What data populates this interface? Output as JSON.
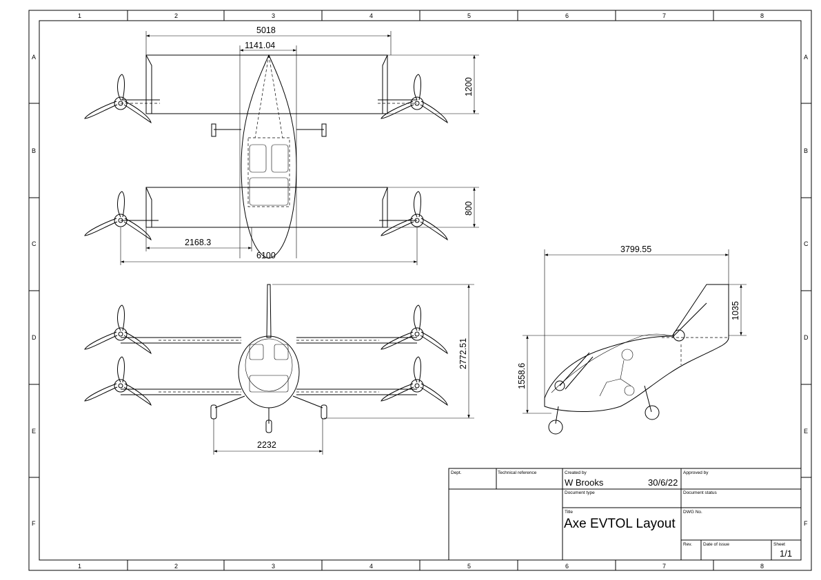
{
  "drawing": {
    "zones": {
      "columns": [
        "1",
        "2",
        "3",
        "4",
        "5",
        "6",
        "7",
        "8"
      ],
      "rows": [
        "A",
        "B",
        "C",
        "D",
        "E",
        "F"
      ]
    },
    "top_view_dimensions": {
      "overall_wing_span": "5018",
      "fuselage_width": "1141.04",
      "front_wing_chord": "1200",
      "rear_wing_chord": "800",
      "rear_boom_offset": "2168.3",
      "rotor_span": "6100"
    },
    "front_view_dimensions": {
      "overall_height": "2772.51",
      "track_width": "2232"
    },
    "side_view_dimensions": {
      "overall_length": "3799.55",
      "tail_height": "1035",
      "fuselage_height": "1558.6"
    }
  },
  "title_block": {
    "dept_label": "Dept.",
    "technical_reference_label": "Technical reference",
    "created_by_label": "Created by",
    "created_by": "W Brooks",
    "created_date": "30/6/22",
    "approved_by_label": "Approved by",
    "document_type_label": "Document type",
    "document_status_label": "Document status",
    "title_label": "Title",
    "title": "Axe EVTOL Layout",
    "dwg_no_label": "DWG No.",
    "rev_label": "Rev.",
    "date_of_issue_label": "Date of issue",
    "sheet_label": "Sheet",
    "sheet": "1/1"
  }
}
